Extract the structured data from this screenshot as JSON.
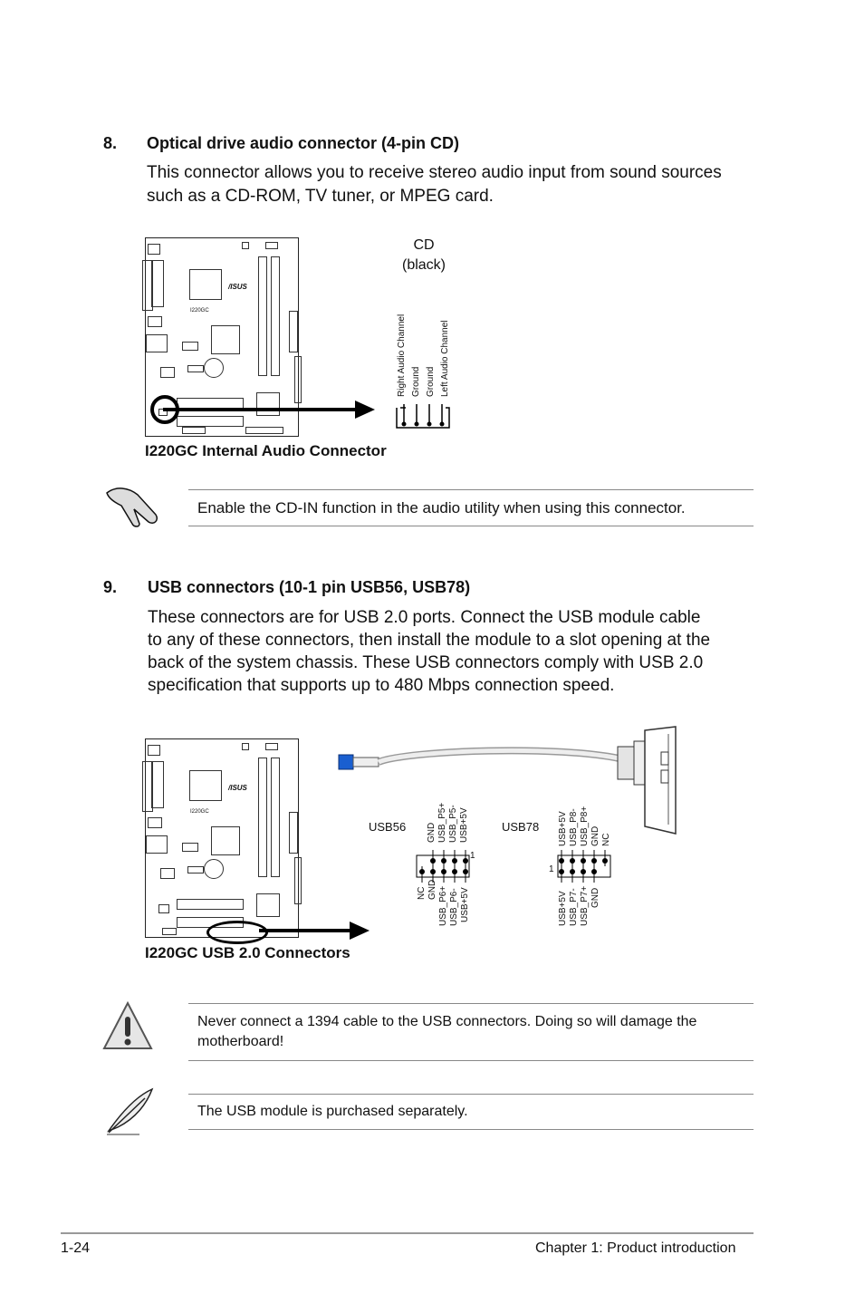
{
  "section8": {
    "number": "8.",
    "title": "Optical drive audio connector (4-pin CD)",
    "body_lines": [
      "This connector allows you to receive stereo audio input from sound sources",
      "such as a CD-ROM, TV tuner, or MPEG card."
    ],
    "connector_name": "CD",
    "connector_color": "(black)",
    "pins": [
      "Right Audio Channel",
      "Ground",
      "Ground",
      "Left Audio Channel"
    ],
    "board_label": "I220GC",
    "caption": "I220GC Internal Audio Connector",
    "note": "Enable the CD-IN function in the audio utility when using this connector."
  },
  "section9": {
    "number": "9.",
    "title": "USB connectors (10-1 pin USB56, USB78)",
    "body_lines": [
      "These connectors are for USB 2.0 ports. Connect the USB module cable",
      "to any of these connectors, then install the module to a slot opening at the",
      "back of the system chassis. These USB connectors comply with USB 2.0",
      "specification that supports up to 480 Mbps connection speed."
    ],
    "usb56": {
      "label": "USB56",
      "top_pins": [
        "GND",
        "USB_P5+",
        "USB_P5-",
        "USB+5V"
      ],
      "bottom_pins": [
        "NC",
        "GND",
        "USB_P6+",
        "USB_P6-",
        "USB+5V"
      ],
      "pin1": "1"
    },
    "usb78": {
      "label": "USB78",
      "top_pins": [
        "USB+5V",
        "USB_P8-",
        "USB_P8+",
        "GND",
        "NC"
      ],
      "bottom_pins": [
        "USB+5V",
        "USB_P7-",
        "USB_P7+",
        "GND"
      ],
      "pin1": "1"
    },
    "board_label": "I220GC",
    "caption": "I220GC USB 2.0 Connectors",
    "warning": [
      "Never connect a 1394 cable to the USB connectors. Doing so will damage the",
      "motherboard!"
    ],
    "note": "The USB module is purchased separately."
  },
  "footer": {
    "page_number": "1-24",
    "chapter": "Chapter 1: Product introduction"
  },
  "icons": [
    "hand-icon",
    "warning-icon",
    "feather-pen-icon"
  ],
  "colors": {
    "usb_plug": "#1a5fd0",
    "rule": "#888888"
  }
}
